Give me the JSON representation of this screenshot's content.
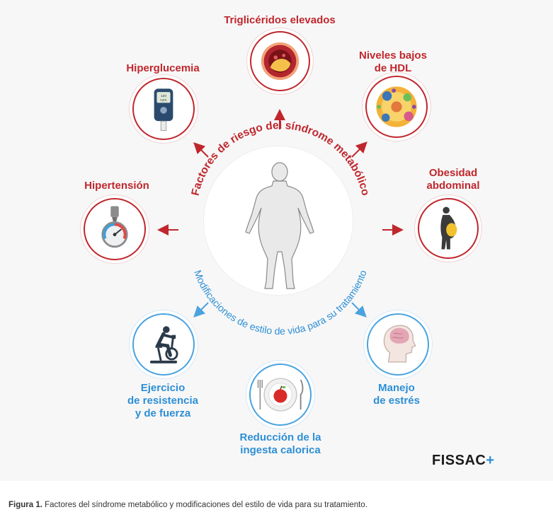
{
  "figure": {
    "top_arc_text": "Factores de riesgo del síndrome metabólico",
    "bottom_arc_text": "Modificaciones de estilo de vida para su tratamiento",
    "risk_factors": [
      {
        "id": "trigliceridos",
        "label": "Triglicéridos elevados",
        "icon": "artery-plaque-icon"
      },
      {
        "id": "hdl",
        "label": "Niveles bajos\nde HDL",
        "icon": "lipoprotein-particle-icon"
      },
      {
        "id": "obesidad",
        "label": "Obesidad\nabdominal",
        "icon": "abdominal-obesity-silhouette-icon"
      },
      {
        "id": "hiperglucemia",
        "label": "Hiperglucemia",
        "icon": "glucometer-icon"
      },
      {
        "id": "hipertension",
        "label": "Hipertensión",
        "icon": "blood-pressure-gauge-icon"
      }
    ],
    "treatments": [
      {
        "id": "ejercicio",
        "label": "Ejercicio\nde resistencia\ny de fuerza",
        "icon": "stationary-bike-icon"
      },
      {
        "id": "dieta",
        "label": "Reducción de la\ningesta calorica",
        "icon": "plate-with-apple-icon"
      },
      {
        "id": "estres",
        "label": "Manejo\nde estrés",
        "icon": "head-with-brain-icon"
      }
    ],
    "glucometer_reading": "120",
    "glucometer_unit": "mg/dL",
    "colors": {
      "risk": "#c0272d",
      "treatment": "#2d8fd6",
      "background": "#f7f7f7"
    }
  },
  "logo": {
    "text": "FISSAC",
    "symbol": "+"
  },
  "caption": {
    "prefix": "Figura 1.",
    "text": " Factores del síndrome metabólico y modificaciones del estilo de vida para su tratamiento."
  }
}
